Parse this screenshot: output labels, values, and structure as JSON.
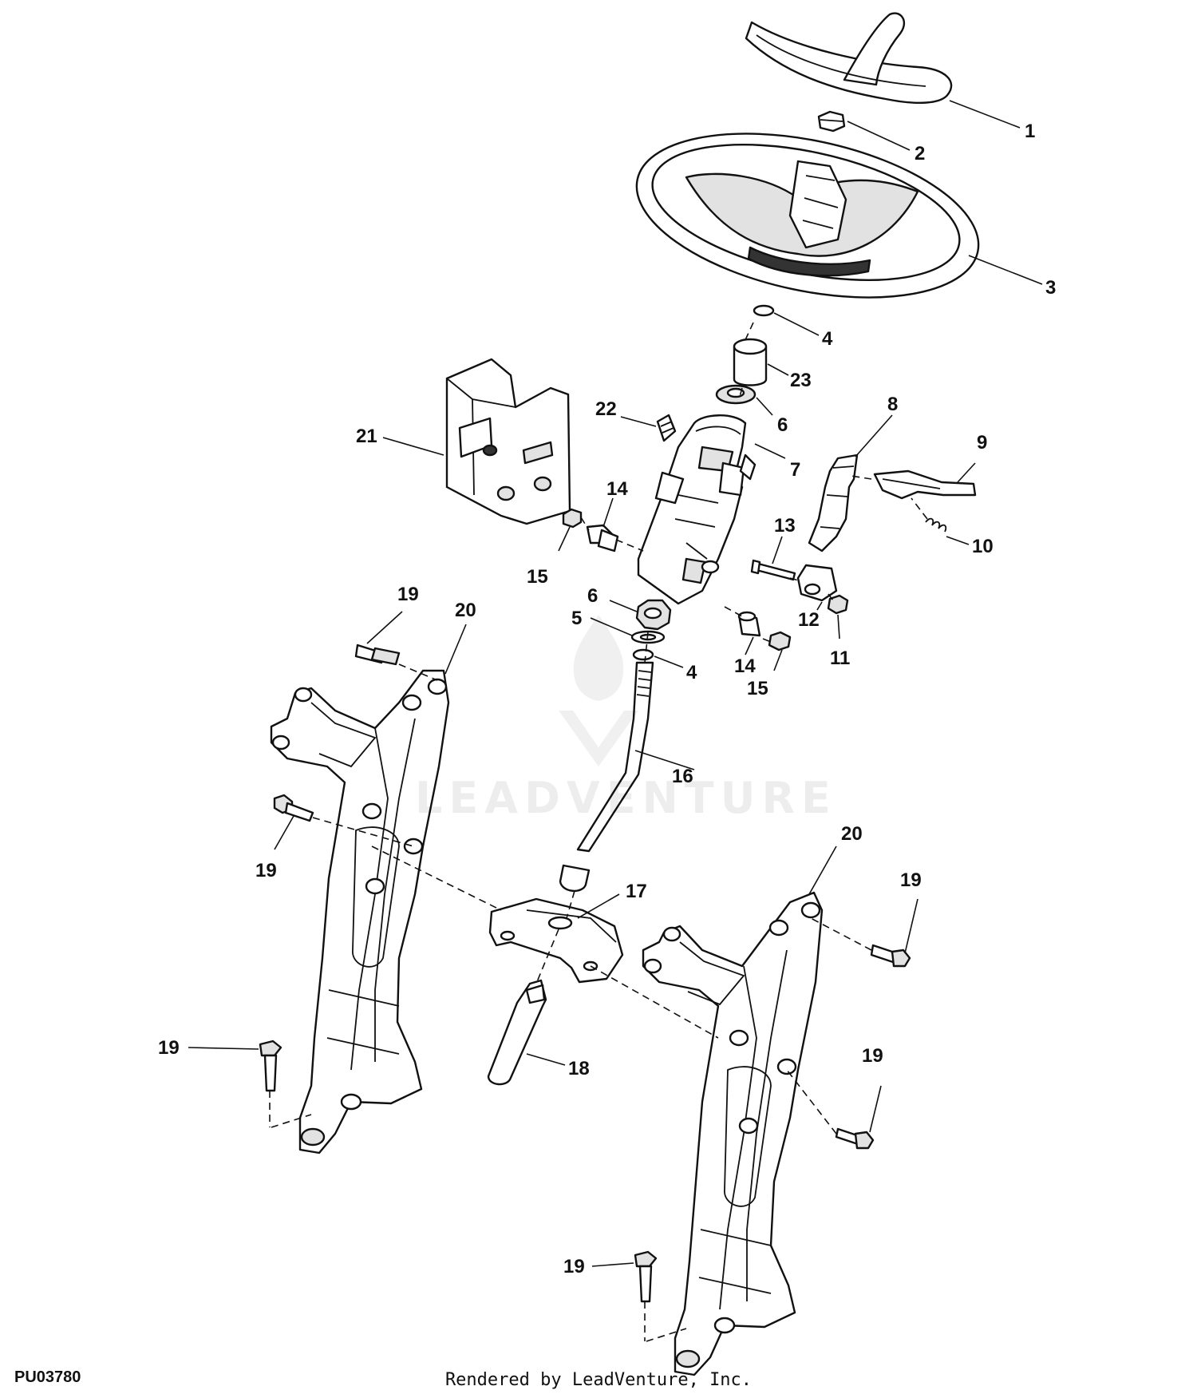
{
  "figure": {
    "code": "PU03780",
    "credit": "Rendered by LeadVenture, Inc.",
    "watermark": "LEADVENTURE"
  },
  "callouts": [
    {
      "id": "c1",
      "label": "1"
    },
    {
      "id": "c2",
      "label": "2"
    },
    {
      "id": "c3",
      "label": "3"
    },
    {
      "id": "c4a",
      "label": "4"
    },
    {
      "id": "c23",
      "label": "23"
    },
    {
      "id": "c6a",
      "label": "6"
    },
    {
      "id": "c22",
      "label": "22"
    },
    {
      "id": "c7",
      "label": "7"
    },
    {
      "id": "c8",
      "label": "8"
    },
    {
      "id": "c9",
      "label": "9"
    },
    {
      "id": "c21",
      "label": "21"
    },
    {
      "id": "c14a",
      "label": "14"
    },
    {
      "id": "c13",
      "label": "13"
    },
    {
      "id": "c10",
      "label": "10"
    },
    {
      "id": "c15a",
      "label": "15"
    },
    {
      "id": "c6b",
      "label": "6"
    },
    {
      "id": "c5",
      "label": "5"
    },
    {
      "id": "c12",
      "label": "12"
    },
    {
      "id": "c11",
      "label": "11"
    },
    {
      "id": "c14b",
      "label": "14"
    },
    {
      "id": "c4b",
      "label": "4"
    },
    {
      "id": "c15b",
      "label": "15"
    },
    {
      "id": "c19a",
      "label": "19"
    },
    {
      "id": "c20a",
      "label": "20"
    },
    {
      "id": "c16",
      "label": "16"
    },
    {
      "id": "c19b",
      "label": "19"
    },
    {
      "id": "c20b",
      "label": "20"
    },
    {
      "id": "c19c",
      "label": "19"
    },
    {
      "id": "c17",
      "label": "17"
    },
    {
      "id": "c19d",
      "label": "19"
    },
    {
      "id": "c18",
      "label": "18"
    },
    {
      "id": "c19e",
      "label": "19"
    },
    {
      "id": "c19f",
      "label": "19"
    }
  ]
}
